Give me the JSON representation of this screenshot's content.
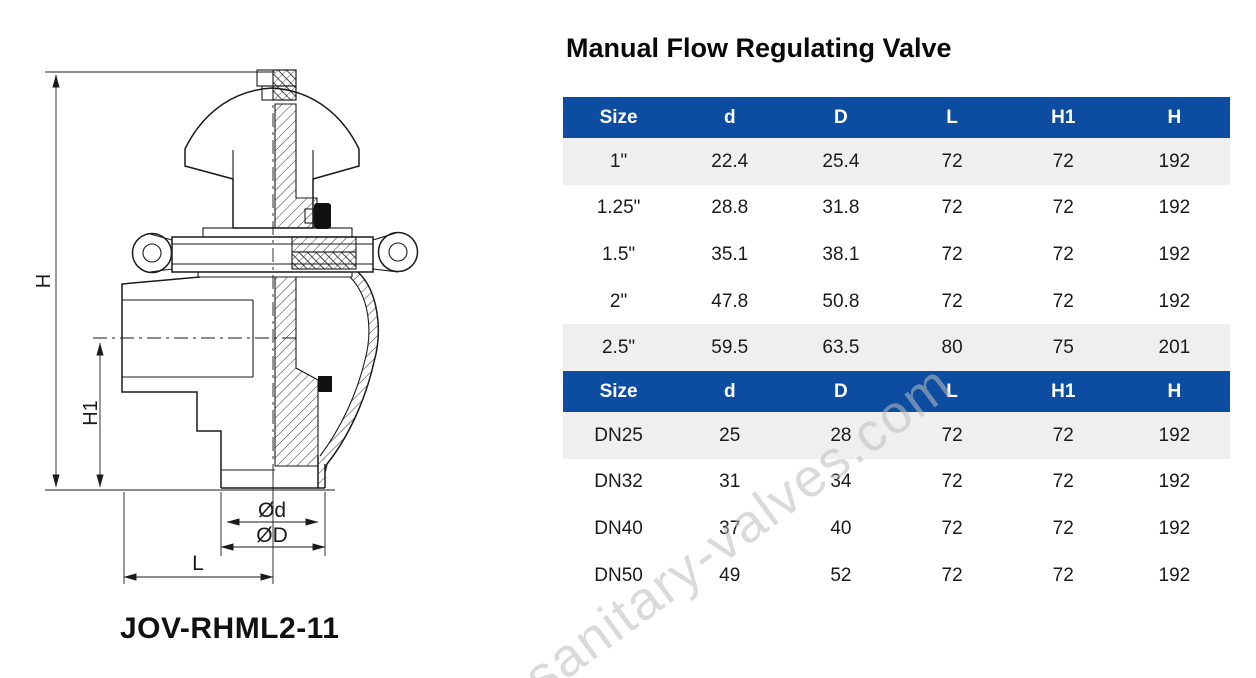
{
  "title": "Manual Flow Regulating Valve",
  "model_label": "JOV-RHML2-11",
  "watermark": "sanitary-valves.com",
  "drawing": {
    "dims": {
      "height": "H",
      "height1": "H1",
      "inner_dia": "Ød",
      "outer_dia": "ØD",
      "length": "L"
    }
  },
  "table": {
    "columns": [
      "Size",
      "d",
      "D",
      "L",
      "H1",
      "H"
    ],
    "sections": [
      {
        "shaded_rows": [
          0,
          4
        ],
        "rows": [
          [
            "1\"",
            "22.4",
            "25.4",
            "72",
            "72",
            "192"
          ],
          [
            "1.25\"",
            "28.8",
            "31.8",
            "72",
            "72",
            "192"
          ],
          [
            "1.5\"",
            "35.1",
            "38.1",
            "72",
            "72",
            "192"
          ],
          [
            "2\"",
            "47.8",
            "50.8",
            "72",
            "72",
            "192"
          ],
          [
            "2.5\"",
            "59.5",
            "63.5",
            "80",
            "75",
            "201"
          ]
        ]
      },
      {
        "shaded_rows": [
          0
        ],
        "rows": [
          [
            "DN25",
            "25",
            "28",
            "72",
            "72",
            "192"
          ],
          [
            "DN32",
            "31",
            "34",
            "72",
            "72",
            "192"
          ],
          [
            "DN40",
            "37",
            "40",
            "72",
            "72",
            "192"
          ],
          [
            "DN50",
            "49",
            "52",
            "72",
            "72",
            "192"
          ]
        ]
      }
    ]
  },
  "colors": {
    "header_bg": "#0d4da1",
    "header_text": "#ffffff",
    "row_alt_bg": "#efeff0",
    "line": "#1b1b1b",
    "watermark": "#bdbdbd"
  }
}
